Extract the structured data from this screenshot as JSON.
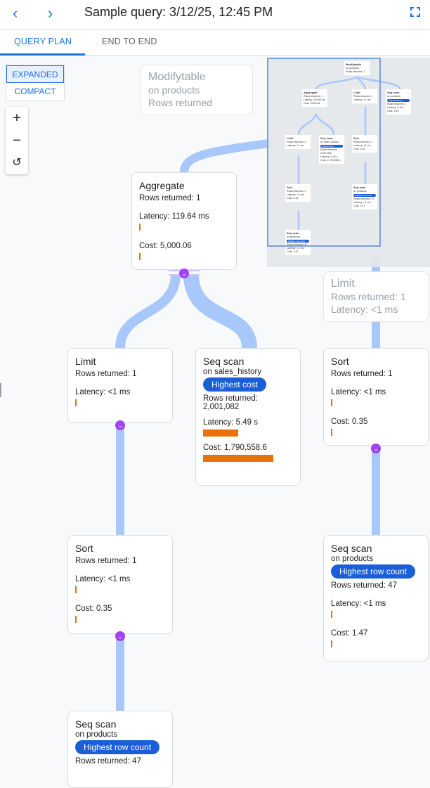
{
  "header": {
    "title": "Sample query: 3/12/25, 12:45 PM",
    "back_icon": "chevron-left",
    "forward_icon": "chevron-right",
    "fullscreen_icon": "fullscreen"
  },
  "tabs": [
    {
      "label": "QUERY PLAN",
      "active": true
    },
    {
      "label": "END TO END",
      "active": false
    }
  ],
  "view_toggle": {
    "expanded": "EXPANDED",
    "compact": "COMPACT",
    "selected": "EXPANDED"
  },
  "zoom_controls": {
    "zoom_in": "+",
    "zoom_out": "−",
    "reset": "↺"
  },
  "colors": {
    "accent": "#1a73e8",
    "bar": "#e8710a",
    "pill": "#1a5fd8",
    "connector": "#a8c7fa",
    "chevron": "#a142f4"
  },
  "ghost_nodes": {
    "modify": {
      "title": "Modifytable",
      "sub": "on products",
      "rows": "Rows returned"
    },
    "limit": {
      "title": "Limit",
      "rows": "Rows returned: 1",
      "latency": "Latency: <1 ms"
    }
  },
  "nodes": {
    "aggregate": {
      "title": "Aggregate",
      "rows": "Rows returned: 1",
      "latency": "Latency: 119.64 ms",
      "cost": "Cost: 5,000.06"
    },
    "limit": {
      "title": "Limit",
      "rows": "Rows returned: 1",
      "latency": "Latency: <1 ms"
    },
    "seq_sales": {
      "title": "Seq scan",
      "on": "on sales_history",
      "badge": "Highest cost",
      "rows": "Rows returned:",
      "rows_value": "2,001,082",
      "latency": "Latency: 5.49 s",
      "cost": "Cost: 1,790,558.6"
    },
    "sort_right": {
      "title": "Sort",
      "rows": "Rows returned: 1",
      "latency": "Latency: <1 ms",
      "cost": "Cost: 0.35"
    },
    "sort_left": {
      "title": "Sort",
      "rows": "Rows returned: 1",
      "latency": "Latency: <1 ms",
      "cost": "Cost: 0.35"
    },
    "seq_products_right": {
      "title": "Seq scan",
      "on": "on products",
      "badge": "Highest row count",
      "rows": "Rows returned: 47",
      "latency": "Latency: <1 ms",
      "cost": "Cost: 1.47"
    },
    "seq_products_left": {
      "title": "Seq scan",
      "on": "on products",
      "badge": "Highest row count",
      "rows": "Rows returned: 47"
    }
  },
  "minimap": {
    "modify": {
      "title": "Modifytable",
      "l1": "on products",
      "l2": "Rows returned: 1"
    },
    "aggregate": {
      "title": "Aggregate",
      "l1": "Rows returned: 1",
      "l2": "Latency: 119.64 ms",
      "l3": "Cost: 5,000.06"
    },
    "limit1": {
      "title": "Limit",
      "l1": "Rows returned: 1",
      "l2": "Latency: <1 ms"
    },
    "seq_latency": {
      "title": "Seq scan",
      "l1": "on products",
      "badge": "Highest latency",
      "l2": "Rows returned: 1",
      "l3": "Latency: 5.41 s",
      "l4": "Cost: 1.59"
    },
    "limit2": {
      "title": "Limit",
      "l1": "Rows returned: 1",
      "l2": "Latency: <1 ms"
    },
    "seq_sales": {
      "title": "Seq scan",
      "l1": "on sales_history",
      "badge": "Highest cost",
      "l2": "Rows returned: 2,001,082",
      "l3": "Latency: 5.49 s",
      "l4": "Cost: 1,790,558.6"
    },
    "sort1": {
      "title": "Sort",
      "l1": "Rows returned: 1",
      "l2": "Latency: <1 ms",
      "l3": "Cost: 0.35"
    },
    "sort2": {
      "title": "Sort",
      "l1": "Rows returned: 1",
      "l2": "Latency: <1 ms",
      "l3": "Cost: 0.35"
    },
    "seq_prod1": {
      "title": "Seq scan",
      "l1": "on products",
      "badge": "Highest row count",
      "l2": "Rows returned: 47",
      "l3": "Latency: <1 ms",
      "l4": "Cost: 1.47"
    },
    "seq_prod2": {
      "title": "Seq scan",
      "l1": "on products",
      "badge": "Highest row count",
      "l2": "Rows returned: 47",
      "l3": "Latency: <1 ms",
      "l4": "Cost: 1.47"
    }
  }
}
